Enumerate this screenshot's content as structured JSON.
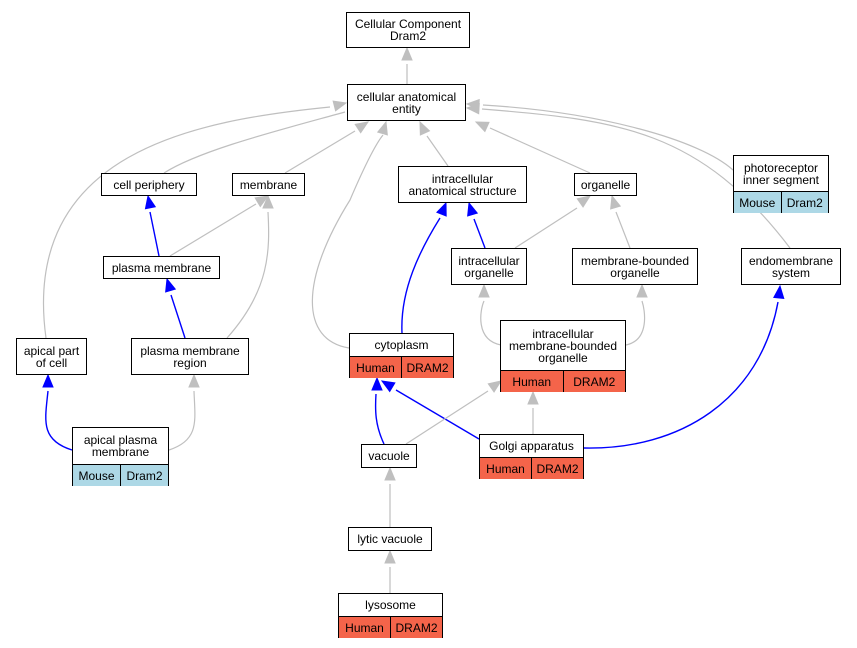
{
  "colors": {
    "is_a": "#bfbfbf",
    "part_of": "#0000ff",
    "human": "#f4644a",
    "mouse": "#add8e6"
  },
  "nodes": {
    "root": {
      "label": "Cellular Component\nDram2"
    },
    "cae": {
      "label": "cellular anatomical\nentity"
    },
    "cp": {
      "label": "cell periphery"
    },
    "mem": {
      "label": "membrane"
    },
    "ias": {
      "label": "intracellular\nanatomical structure"
    },
    "org": {
      "label": "organelle"
    },
    "pis": {
      "label": "photoreceptor\ninner segment",
      "species": "Mouse",
      "gene": "Dram2"
    },
    "pm": {
      "label": "plasma membrane"
    },
    "io": {
      "label": "intracellular\norganelle"
    },
    "mbo": {
      "label": "membrane-bounded\norganelle"
    },
    "es": {
      "label": "endomembrane\nsystem"
    },
    "apc": {
      "label": "apical part\nof cell"
    },
    "pmr": {
      "label": "plasma membrane\nregion"
    },
    "cyto": {
      "label": "cytoplasm",
      "species": "Human",
      "gene": "DRAM2"
    },
    "imbo": {
      "label": "intracellular\nmembrane-bounded\norganelle",
      "species": "Human",
      "gene": "DRAM2"
    },
    "apm": {
      "label": "apical plasma\nmembrane",
      "species": "Mouse",
      "gene": "Dram2"
    },
    "vac": {
      "label": "vacuole"
    },
    "golgi": {
      "label": "Golgi apparatus",
      "species": "Human",
      "gene": "DRAM2"
    },
    "lv": {
      "label": "lytic vacuole"
    },
    "lyso": {
      "label": "lysosome",
      "species": "Human",
      "gene": "DRAM2"
    }
  }
}
